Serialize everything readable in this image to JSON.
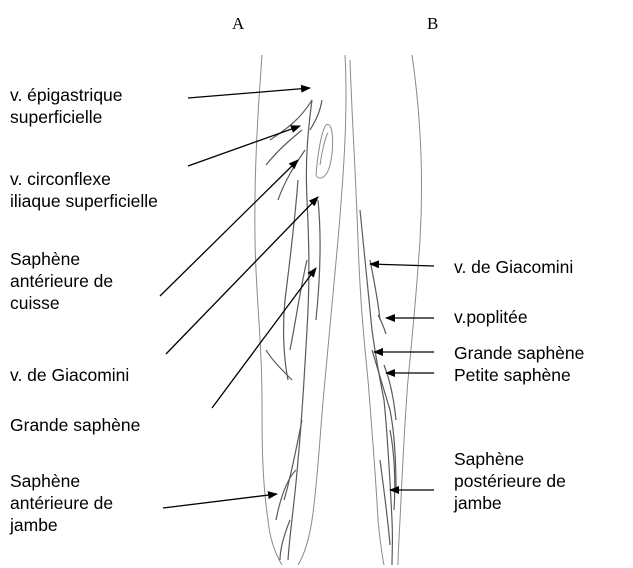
{
  "panels": {
    "a": "A",
    "b": "B"
  },
  "labels": {
    "epigastrique": [
      "v. épigastrique",
      "superficielle"
    ],
    "circonflexe": [
      "v. circonflexe",
      "iliaque superficielle"
    ],
    "saphene_ant_cuisse": [
      "Saphène",
      "antérieure de",
      "cuisse"
    ],
    "giacomini_left": [
      "v. de Giacomini"
    ],
    "grande_saphene_left": [
      "Grande saphène"
    ],
    "saphene_ant_jambe": [
      "Saphène",
      "antérieure de",
      "jambe"
    ],
    "giacomini_right": [
      "v. de Giacomini"
    ],
    "poplitee": [
      "v.poplitée"
    ],
    "grande_saphene_right": [
      "Grande saphène"
    ],
    "petite_saphene": [
      "Petite saphène"
    ],
    "saphene_post_jambe": [
      "Saphène",
      "postérieure de",
      "jambe"
    ]
  },
  "colors": {
    "ink": "#000000",
    "sketch": "#8a8a8a",
    "vein": "#5a5a5a"
  }
}
